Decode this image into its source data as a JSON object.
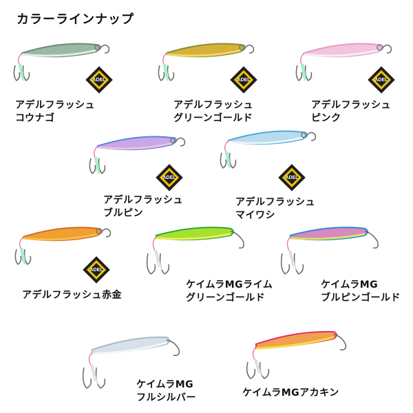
{
  "title": "カラーラインナップ",
  "badge_text": "ADEL",
  "colors": {
    "badge_dark": "#1e1e1e",
    "badge_yellow": "#f2c200",
    "hook": "#6b6b6b",
    "assist_pink": "#f07fb2",
    "assist_green": "#a8f0c8"
  },
  "items": [
    {
      "line1": "アデルフラッシュ",
      "line2": "コウナゴ",
      "has_badge": true,
      "top": "#6a8a7a",
      "belly": "#e8ece6",
      "mid": "#9ab9a4"
    },
    {
      "line1": "アデルフラッシュ",
      "line2": "グリーンゴールド",
      "has_badge": true,
      "top": "#8a8a2a",
      "belly": "#f5d66a",
      "mid": "#d4b23a"
    },
    {
      "line1": "アデルフラッシュ",
      "line2": "ピンク",
      "has_badge": true,
      "top": "#e79ac4",
      "belly": "#f4f0f2",
      "mid": "#f2c4de"
    },
    {
      "line1": "アデルフラッシュ",
      "line2": "ブルピン",
      "has_badge": true,
      "top": "#5a86d8",
      "belly": "#f2c0dc",
      "mid": "#c8a8e8"
    },
    {
      "line1": "アデルフラッシュ",
      "line2": "マイワシ",
      "has_badge": true,
      "top": "#4fa8d8",
      "belly": "#f0f4f6",
      "mid": "#b8dcee"
    },
    {
      "line1": "アデルフラッシュ赤金",
      "line2": "",
      "has_badge": true,
      "top": "#d46a2a",
      "belly": "#f5c04a",
      "mid": "#f0a030"
    },
    {
      "line1": "ケイムラMGライム",
      "line2": "グリーンゴールド",
      "has_badge": false,
      "top": "#2aa830",
      "belly": "#e8f060",
      "mid": "#a8e030"
    },
    {
      "line1": "ケイムラMG",
      "line2": "ブルピンゴールド",
      "has_badge": false,
      "top": "#2a8ad8",
      "belly": "#e0e060",
      "mid": "#d88ac0"
    },
    {
      "line1": "ケイムラMG",
      "line2": "フルシルバー",
      "has_badge": false,
      "top": "#a8b8c8",
      "belly": "#f4f6f8",
      "mid": "#d8e0ea"
    },
    {
      "line1": "ケイムラMGアカキン",
      "line2": "",
      "has_badge": false,
      "top": "#e0306a",
      "belly": "#f2e040",
      "mid": "#f0a050"
    }
  ]
}
